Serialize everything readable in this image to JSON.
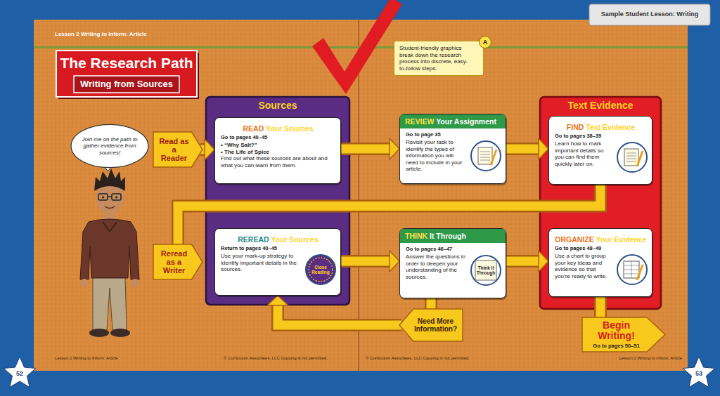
{
  "diagram": {
    "title": "The Research Path",
    "nodes": [
      {
        "text": [
          "Join me on the path to gather evidence from sources!"
        ]
      },
      {
        "text": [
          "Read as a Reader"
        ]
      },
      {
        "text": [
          "Sources"
        ]
      },
      {
        "text": [
          "READ Your Sources",
          "Go to pages 40–45",
          "• “Why Salt?”",
          "• The Life of Spice",
          "Find out what these sources are about and what you can learn from them."
        ],
        "in": 2
      },
      {
        "text": [
          "REREAD Your Sources",
          "Return to pages 40–45",
          "Use your mark-up strategy to identify important details in the sources."
        ],
        "in": 2
      },
      {
        "text": [
          "Reread as a Writer"
        ]
      },
      {
        "text": [
          "Student-friendly graphics break down the research process into discrete, easy-to-follow steps."
        ]
      },
      {
        "text": [
          "REVIEW Your Assignment",
          "Go to page 35",
          "Revisit your task to identify the types of information you will need to include in your article."
        ]
      },
      {
        "text": [
          "Text Evidence"
        ]
      },
      {
        "text": [
          "FIND Text Evidence",
          "Go to pages 38–39",
          "Learn how to mark important details so you can find them quickly later on."
        ],
        "in": 8
      },
      {
        "text": [
          "ORGANIZE Your Evidence",
          "Go to pages 48–49",
          "Use a chart to group your key ideas and evidence so that you’re ready to write."
        ],
        "in": 8
      },
      {
        "text": [
          "THINK It Through",
          "Go to pages 46–47",
          "Answer the questions in order to deepen your understanding of the sources."
        ]
      },
      {
        "text": [
          "Need More Information?"
        ]
      },
      {
        "text": [
          "Begin Writing!",
          "Go to pages 50–51"
        ]
      }
    ],
    "edges": [
      {
        "from": 1,
        "to": 3,
        "arrow": "to"
      },
      {
        "from": 3,
        "to": 7,
        "arrow": "to"
      },
      {
        "from": 7,
        "to": 9,
        "arrow": "to"
      },
      {
        "from": 9,
        "to": 5,
        "arrow": "none"
      },
      {
        "from": 4,
        "to": 11,
        "arrow": "to"
      },
      {
        "from": 11,
        "to": 10,
        "arrow": "to"
      },
      {
        "from": 11,
        "to": 12,
        "arrow": "none"
      },
      {
        "from": 12,
        "to": 4,
        "arrow": "to"
      },
      {
        "from": 10,
        "to": 13,
        "arrow": "none"
      }
    ],
    "labels": [
      "Lesson 2 Writing to Inform: Article",
      "Writing from Sources",
      "Sample Student Lesson: Writing",
      "A",
      "Close Reading",
      "Think it Through",
      "Lesson 2 Writing to Inform: Article",
      "© Curriculum Associates, LLC Copying is not permitted.",
      "© Curriculum Associates, LLC Copying is not permitted.",
      "Lesson 2 Writing to Inform: Article",
      "52",
      "53"
    ]
  }
}
